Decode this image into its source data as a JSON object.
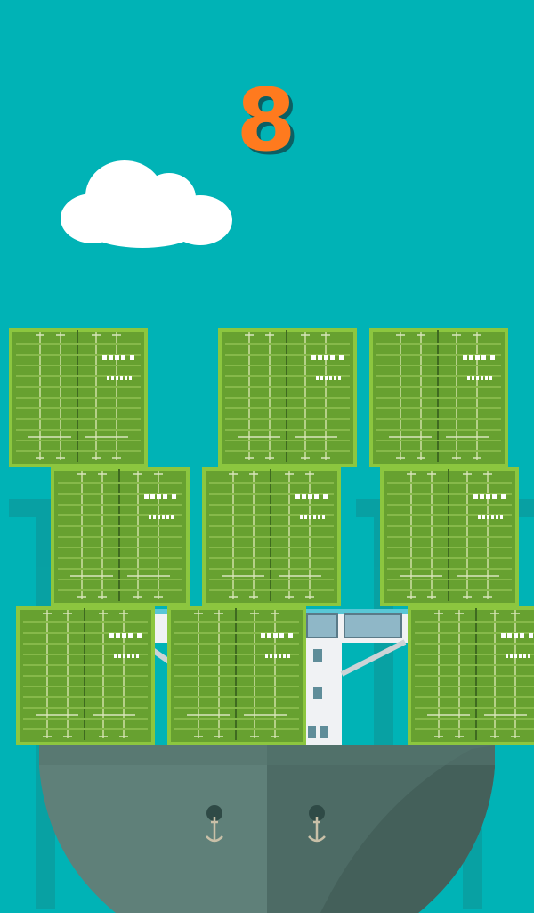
{
  "game": {
    "score": "8",
    "colors": {
      "sky": "#00b3b6",
      "score": "#ff7a1e",
      "container_body": "#67a130",
      "container_border": "#8cc63f",
      "ship_hull": "#5f8079",
      "ship_hull_shade": "#4a6a64"
    },
    "icons": [
      "cloud-icon",
      "anchor-icon",
      "crane-silhouette"
    ],
    "containers_per_row": [
      3,
      3,
      3
    ]
  }
}
